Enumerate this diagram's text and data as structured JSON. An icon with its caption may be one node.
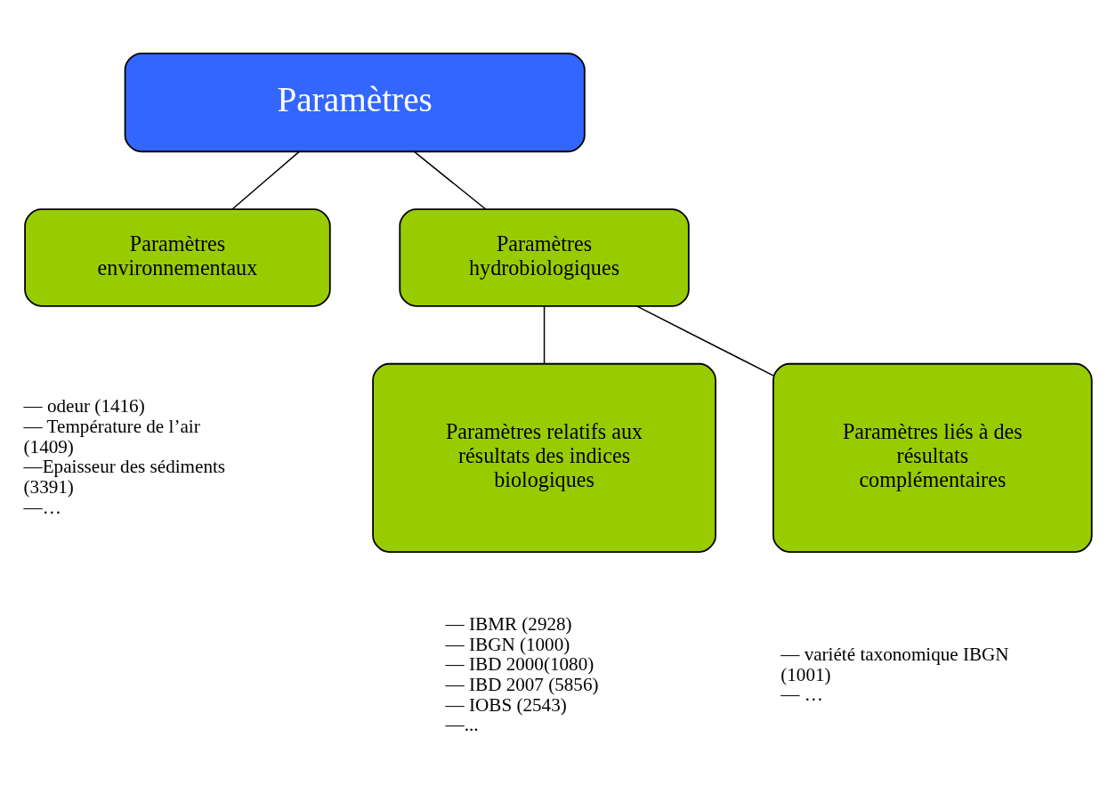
{
  "diagram": {
    "nodes": [
      {
        "text": [
          "Paramètres"
        ]
      },
      {
        "text": [
          "Paramètres environnementaux"
        ],
        "beside": [
          "— odeur (1416)",
          "— Température de l’air (1409)",
          "—Epaisseur des sédiments (3391)",
          "—…"
        ]
      },
      {
        "text": [
          "Paramètres hydrobiologiques"
        ]
      },
      {
        "text": [
          "Paramètres relatifs aux résultats des indices biologiques"
        ],
        "beside": [
          "— IBMR (2928)",
          "— IBGN (1000)",
          "— IBD 2000(1080)",
          "— IBD 2007 (5856)",
          "— IOBS (2543)",
          "—..."
        ]
      },
      {
        "text": [
          "Paramètres liés à des résultats complémentaires"
        ],
        "beside": [
          "— variété taxonomique IBGN (1001)",
          "— …"
        ]
      }
    ],
    "edges": [
      {
        "from": 0,
        "to": 1,
        "arrow": "none"
      },
      {
        "from": 0,
        "to": 2,
        "arrow": "none"
      },
      {
        "from": 2,
        "to": 3,
        "arrow": "none"
      },
      {
        "from": 2,
        "to": 4,
        "arrow": "none"
      }
    ]
  }
}
